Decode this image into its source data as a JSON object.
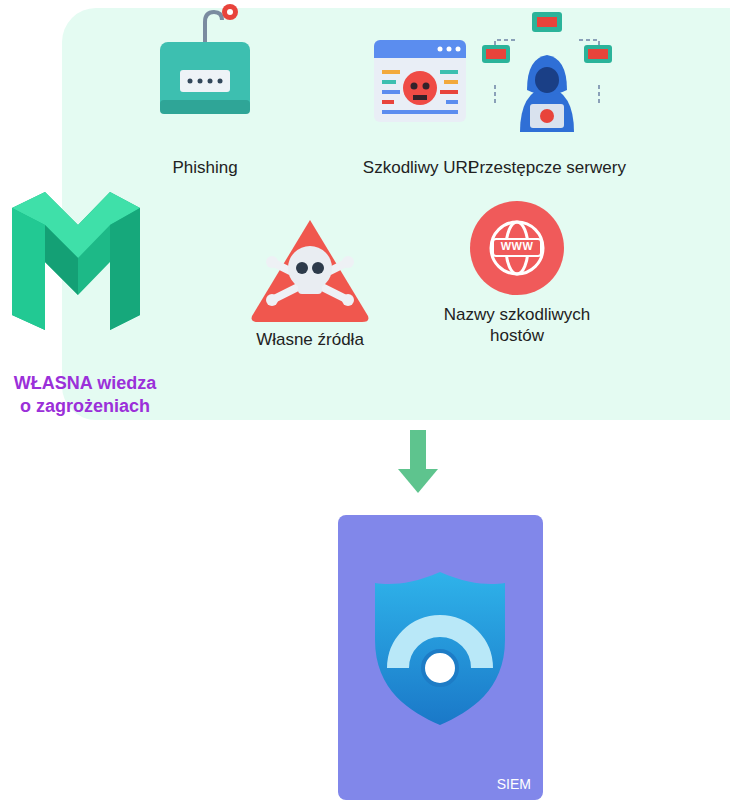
{
  "diagram": {
    "nodes": [
      {
        "text": [
          "WŁASNA wiedza o zagrożeniach"
        ]
      },
      {
        "text": [
          "Phishing"
        ],
        "in": 0
      },
      {
        "text": [
          "Szkodliwy URL"
        ],
        "in": 0
      },
      {
        "text": [
          "Przestępcze serwery"
        ],
        "in": 0
      },
      {
        "text": [
          "Własne źródła"
        ],
        "in": 0
      },
      {
        "text": [
          "Nazwy szkodliwych hostów"
        ],
        "in": 0
      },
      {
        "text": [
          "SIEM"
        ]
      }
    ],
    "edges": [
      {
        "from": 0,
        "to": 6,
        "arrow": "to"
      }
    ],
    "labels": [
      "WWW"
    ]
  }
}
